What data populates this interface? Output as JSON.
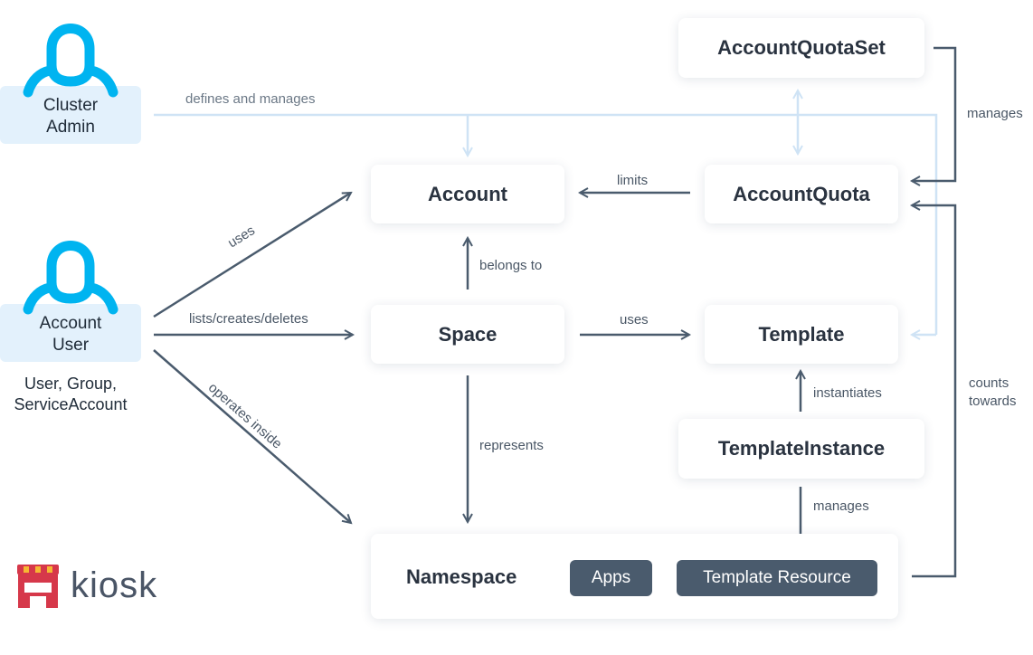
{
  "actors": {
    "cluster_admin": "Cluster\nAdmin",
    "account_user": "Account\nUser",
    "account_user_sub": "User, Group,\nServiceAccount"
  },
  "nodes": {
    "account_quota_set": "AccountQuotaSet",
    "account": "Account",
    "account_quota": "AccountQuota",
    "space": "Space",
    "template": "Template",
    "template_instance": "TemplateInstance",
    "namespace": "Namespace",
    "apps": "Apps",
    "template_resource": "Template Resource"
  },
  "edges": {
    "defines_and_manages": "defines and manages",
    "uses_account": "uses",
    "lists_creates_deletes": "lists/creates/deletes",
    "operates_inside": "operates inside",
    "limits": "limits",
    "belongs_to": "belongs to",
    "uses_template": "uses",
    "represents": "represents",
    "instantiates": "instantiates",
    "manages_template_resource": "manages",
    "manages_quota": "manages",
    "counts_towards": "counts\ntowards"
  },
  "brand": {
    "name": "kiosk"
  },
  "colors": {
    "dark_arrow": "#4a5b6d",
    "light_arrow": "#cfe3f5",
    "actor_bg": "#e3f1fc",
    "person_icon": "#00b4f0",
    "brand_red": "#d6384a"
  }
}
